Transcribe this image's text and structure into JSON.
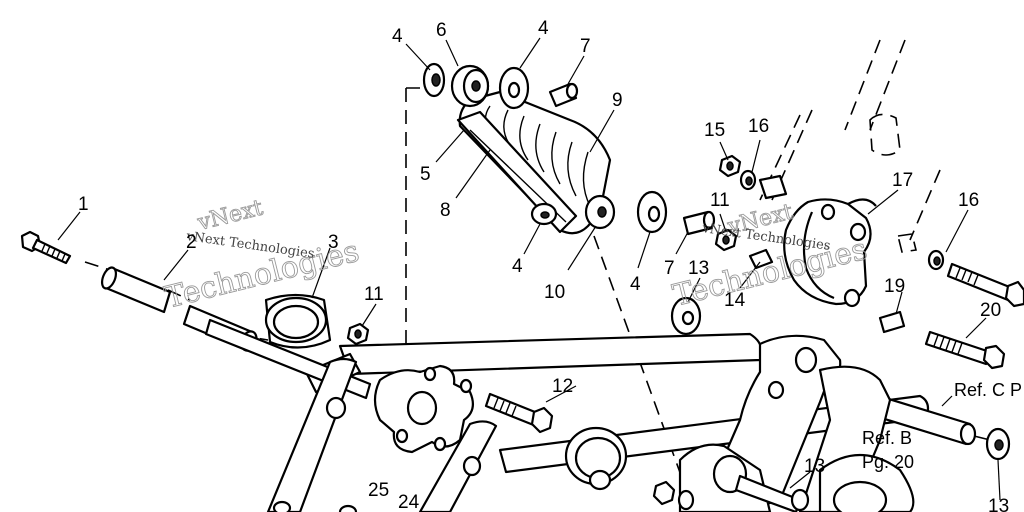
{
  "callouts": {
    "c1": "1",
    "c2": "2",
    "c3": "3",
    "c4a": "4",
    "c4b": "4",
    "c4c": "4",
    "c4d": "4",
    "c5": "5",
    "c6": "6",
    "c7a": "7",
    "c7b": "7",
    "c8": "8",
    "c9": "9",
    "c10": "10",
    "c11a": "11",
    "c11b": "11",
    "c12": "12",
    "c13a": "13",
    "c13b": "13",
    "c13c": "13",
    "c14": "14",
    "c15": "15",
    "c16a": "16",
    "c16b": "16",
    "c17": "17",
    "c19": "19",
    "c20": "20",
    "c24": "24",
    "c25": "25"
  },
  "references": {
    "ref_b_line1": "Ref. B",
    "ref_b_line2": "Pg. 20",
    "ref_c": "Ref. C P"
  },
  "watermarks": {
    "wm_small_left": "vNext Technologies",
    "wm_large_left": "Technologies",
    "wm_small_right": "vNext Technologies",
    "wm_large_right": "Technologies",
    "wm_vnext_left": "vNext",
    "wm_vnext_right": "vNext"
  }
}
